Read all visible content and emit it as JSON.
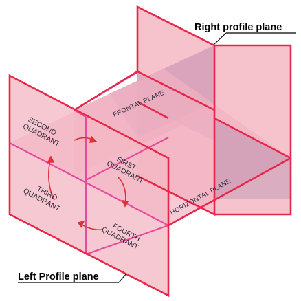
{
  "labels": {
    "right_profile": "Right profile plane",
    "left_profile": "Left Profile plane",
    "frontal": "FRONTAL PLANE",
    "horizontal": "HORIZONTAL PLANE"
  },
  "quadrants": {
    "first": [
      "FIRST",
      "QUADRANT"
    ],
    "second": [
      "SECOND",
      "QUADRANT"
    ],
    "third": [
      "THIRD",
      "QUADRANT"
    ],
    "fourth": [
      "FOURTH",
      "QUADRANT"
    ]
  },
  "colors": {
    "edge": "#e8264a",
    "inner_edge": "#e84a9a",
    "plane_fill": "#f4b8c4",
    "plane_fill_dark": "#c59ab8",
    "arrow": "#e0303a",
    "text": "#2a2a3a"
  }
}
